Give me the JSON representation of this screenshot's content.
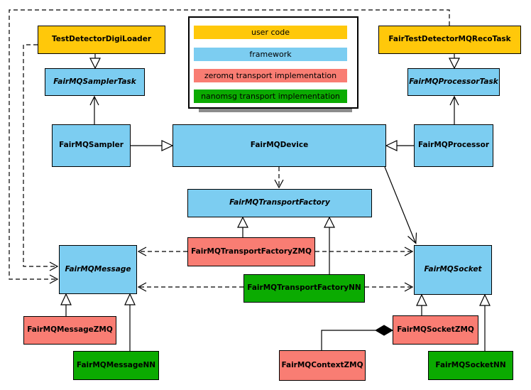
{
  "legend": {
    "items": [
      {
        "label": "user code",
        "color": "#FFC80A"
      },
      {
        "label": "framework",
        "color": "#7CCDF1"
      },
      {
        "label": "zeromq transport implementation",
        "color": "#F97D73"
      },
      {
        "label": "nanomsg transport implementation",
        "color": "#0BAB01"
      }
    ]
  },
  "nodes": {
    "testDetectorDigiLoader": {
      "label": "TestDetectorDigiLoader",
      "category": "user code",
      "color": "#FFC80A",
      "abstract": false
    },
    "fairTestDetectorMQRecoTask": {
      "label": "FairTestDetectorMQRecoTask",
      "category": "user code",
      "color": "#FFC80A",
      "abstract": false
    },
    "fairMQSamplerTask": {
      "label": "FairMQSamplerTask",
      "category": "framework",
      "color": "#7CCDF1",
      "abstract": true
    },
    "fairMQProcessorTask": {
      "label": "FairMQProcessorTask",
      "category": "framework",
      "color": "#7CCDF1",
      "abstract": true
    },
    "fairMQSampler": {
      "label": "FairMQSampler",
      "category": "framework",
      "color": "#7CCDF1",
      "abstract": false
    },
    "fairMQDevice": {
      "label": "FairMQDevice",
      "category": "framework",
      "color": "#7CCDF1",
      "abstract": false
    },
    "fairMQProcessor": {
      "label": "FairMQProcessor",
      "category": "framework",
      "color": "#7CCDF1",
      "abstract": false
    },
    "fairMQTransportFactory": {
      "label": "FairMQTransportFactory",
      "category": "framework",
      "color": "#7CCDF1",
      "abstract": true
    },
    "fairMQTransportFactoryZMQ": {
      "label": "FairMQTransportFactoryZMQ",
      "category": "zeromq transport implementation",
      "color": "#F97D73",
      "abstract": false
    },
    "fairMQTransportFactoryNN": {
      "label": "FairMQTransportFactoryNN",
      "category": "nanomsg transport implementation",
      "color": "#0BAB01",
      "abstract": false
    },
    "fairMQMessage": {
      "label": "FairMQMessage",
      "category": "framework",
      "color": "#7CCDF1",
      "abstract": true
    },
    "fairMQSocket": {
      "label": "FairMQSocket",
      "category": "framework",
      "color": "#7CCDF1",
      "abstract": true
    },
    "fairMQMessageZMQ": {
      "label": "FairMQMessageZMQ",
      "category": "zeromq transport implementation",
      "color": "#F97D73",
      "abstract": false
    },
    "fairMQMessageNN": {
      "label": "FairMQMessageNN",
      "category": "nanomsg transport implementation",
      "color": "#0BAB01",
      "abstract": false
    },
    "fairMQContextZMQ": {
      "label": "FairMQContextZMQ",
      "category": "zeromq transport implementation",
      "color": "#F97D73",
      "abstract": false
    },
    "fairMQSocketZMQ": {
      "label": "FairMQSocketZMQ",
      "category": "zeromq transport implementation",
      "color": "#F97D73",
      "abstract": false
    },
    "fairMQSocketNN": {
      "label": "FairMQSocketNN",
      "category": "nanomsg transport implementation",
      "color": "#0BAB01",
      "abstract": false
    }
  },
  "edges": [
    {
      "from": "TestDetectorDigiLoader",
      "to": "FairMQSamplerTask",
      "type": "inheritance"
    },
    {
      "from": "FairTestDetectorMQRecoTask",
      "to": "FairMQProcessorTask",
      "type": "inheritance"
    },
    {
      "from": "FairMQSampler",
      "to": "FairMQSamplerTask",
      "type": "association"
    },
    {
      "from": "FairMQProcessor",
      "to": "FairMQProcessorTask",
      "type": "association"
    },
    {
      "from": "FairMQSampler",
      "to": "FairMQDevice",
      "type": "inheritance"
    },
    {
      "from": "FairMQProcessor",
      "to": "FairMQDevice",
      "type": "inheritance"
    },
    {
      "from": "FairMQDevice",
      "to": "FairMQTransportFactory",
      "type": "dependency"
    },
    {
      "from": "FairMQDevice",
      "to": "FairMQSocket",
      "type": "association"
    },
    {
      "from": "TestDetectorDigiLoader",
      "to": "FairMQMessage",
      "type": "dependency"
    },
    {
      "from": "FairTestDetectorMQRecoTask",
      "to": "FairMQMessage",
      "type": "dependency"
    },
    {
      "from": "FairMQTransportFactoryZMQ",
      "to": "FairMQTransportFactory",
      "type": "inheritance"
    },
    {
      "from": "FairMQTransportFactoryNN",
      "to": "FairMQTransportFactory",
      "type": "inheritance"
    },
    {
      "from": "FairMQTransportFactoryZMQ",
      "to": "FairMQMessage",
      "type": "dependency"
    },
    {
      "from": "FairMQTransportFactoryZMQ",
      "to": "FairMQSocket",
      "type": "dependency"
    },
    {
      "from": "FairMQTransportFactoryNN",
      "to": "FairMQMessage",
      "type": "dependency"
    },
    {
      "from": "FairMQTransportFactoryNN",
      "to": "FairMQSocket",
      "type": "dependency"
    },
    {
      "from": "FairMQMessageZMQ",
      "to": "FairMQMessage",
      "type": "inheritance"
    },
    {
      "from": "FairMQMessageNN",
      "to": "FairMQMessage",
      "type": "inheritance"
    },
    {
      "from": "FairMQSocketZMQ",
      "to": "FairMQSocket",
      "type": "inheritance"
    },
    {
      "from": "FairMQSocketNN",
      "to": "FairMQSocket",
      "type": "inheritance"
    },
    {
      "from": "FairMQContextZMQ",
      "to": "FairMQSocketZMQ",
      "type": "composition"
    }
  ]
}
